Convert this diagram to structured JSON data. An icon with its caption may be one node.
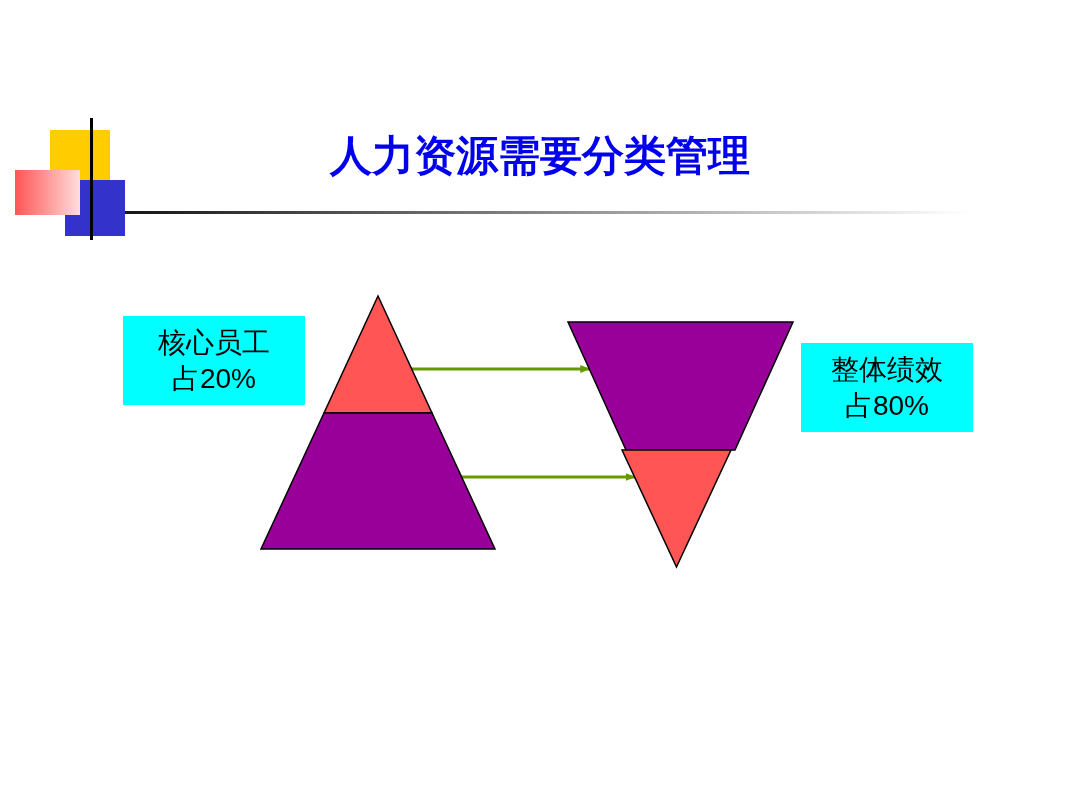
{
  "diagram": {
    "title": "人力资源需要分类管理",
    "nodes": [
      {
        "text": [
          "核心员工占20%"
        ]
      },
      {
        "text": [],
        "shape": "triangle"
      },
      {
        "text": [],
        "shape": "trapezoid"
      },
      {
        "text": [],
        "shape": "trapezoid"
      },
      {
        "text": [],
        "shape": "triangle"
      },
      {
        "text": [
          "整体绩效占80%"
        ]
      }
    ],
    "edges": [
      {
        "from": 1,
        "to": 3,
        "arrow": "to",
        "color": "#669900"
      },
      {
        "from": 2,
        "to": 4,
        "arrow": "to",
        "color": "#669900"
      }
    ]
  }
}
